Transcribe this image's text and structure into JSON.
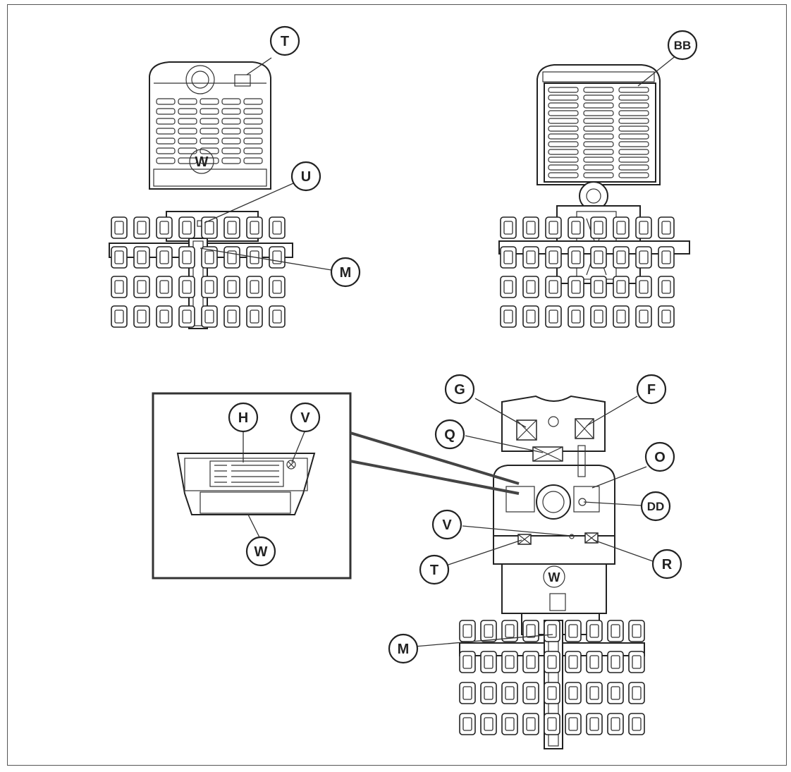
{
  "callouts": {
    "T1": "T",
    "U": "U",
    "M1": "M",
    "BB": "BB",
    "G": "G",
    "F": "F",
    "Q": "Q",
    "O": "O",
    "DD": "DD",
    "V2": "V",
    "R": "R",
    "T2": "T",
    "M2": "M",
    "H": "H",
    "V1": "V",
    "W": "W"
  },
  "colors": {
    "line": "#222222",
    "frame": "#555555",
    "background": "#ffffff"
  }
}
